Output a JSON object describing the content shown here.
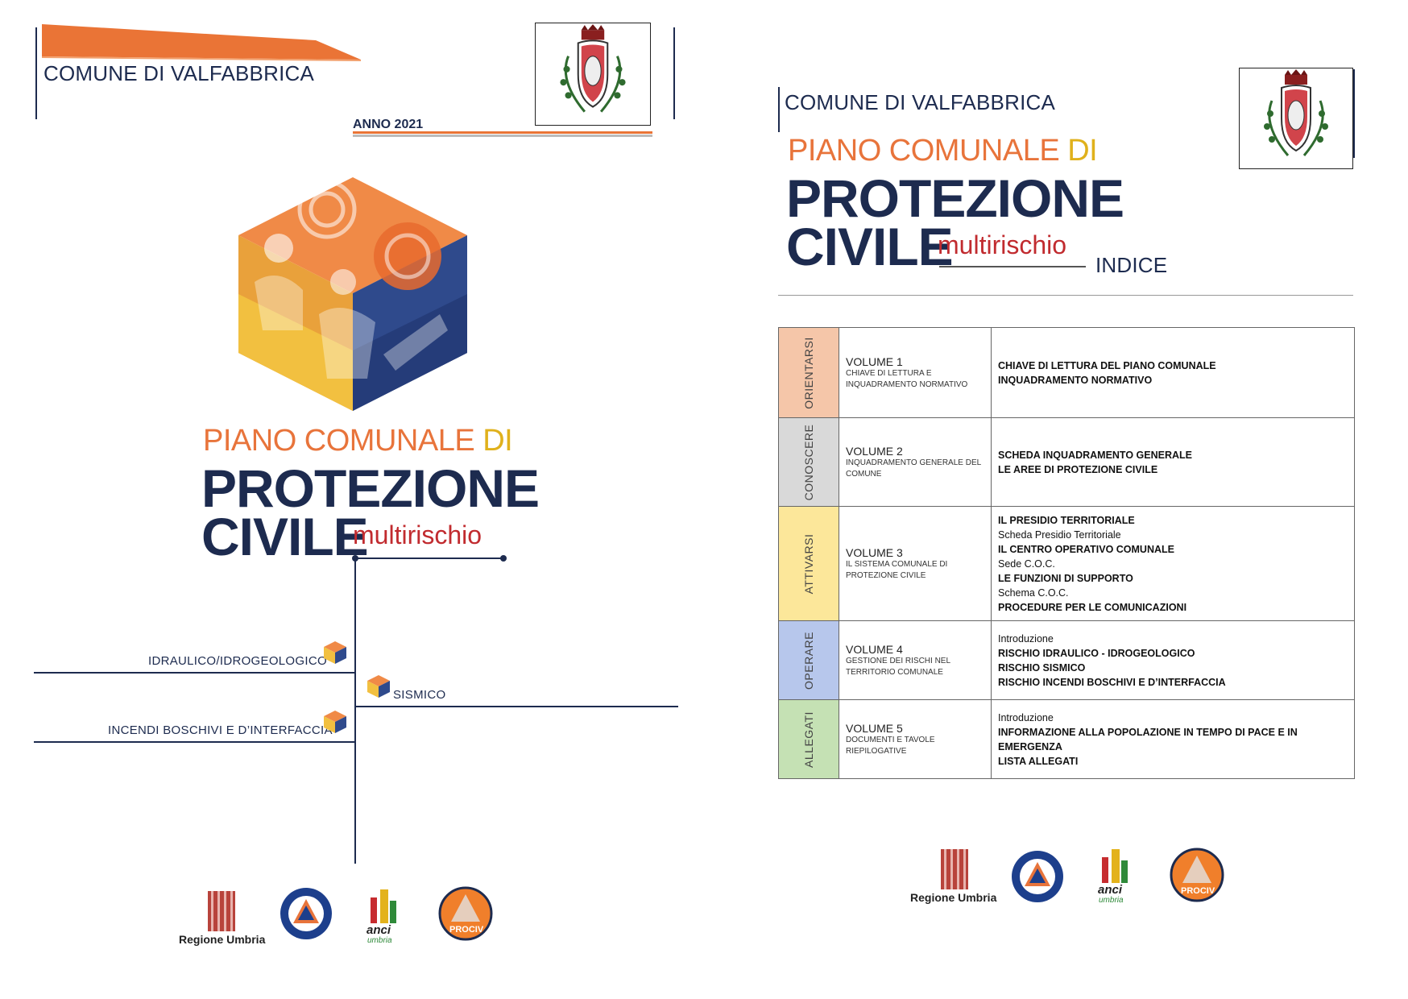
{
  "left_page": {
    "comune": "COMUNE DI VALFABBRICA",
    "anno": "ANNO 2021",
    "title_line1_a": "PIANO COMUNALE ",
    "title_line1_b": "DI",
    "title_line2": "PROTEZIONE",
    "title_line3": "CIVILE",
    "title_multi": "multirischio",
    "risks": {
      "idraulico": "IDRAULICO/IDROGEOLOGICO",
      "sismico": "SISMICO",
      "incendi": "INCENDI BOSCHIVI E D’INTERFACCIA"
    },
    "logos": {
      "regione": "Regione Umbria",
      "anci": "anci",
      "anci_sub": "umbria",
      "prociv": "PROCIV"
    }
  },
  "right_page": {
    "comune": "COMUNE DI VALFABBRICA",
    "title_line1_a": "PIANO COMUNALE ",
    "title_line1_b": "DI",
    "title_line2": "PROTEZIONE",
    "title_line3": "CIVILE",
    "title_multi": "multirischio",
    "indice": "INDICE",
    "sections": [
      {
        "label": "ORIENTARSI",
        "color": "#f5c6a9",
        "volume": "VOLUME 1",
        "subtitle": "CHIAVE DI LETTURA E INQUADRAMENTO NORMATIVO",
        "items": [
          {
            "text": "CHIAVE DI LETTURA DEL PIANO COMUNALE",
            "bold": true
          },
          {
            "text": "INQUADRAMENTO NORMATIVO",
            "bold": true
          }
        ]
      },
      {
        "label": "CONOSCERE",
        "color": "#d9d9d9",
        "volume": "VOLUME 2",
        "subtitle": "INQUADRAMENTO GENERALE DEL COMUNE",
        "items": [
          {
            "text": "SCHEDA INQUADRAMENTO GENERALE",
            "bold": true
          },
          {
            "text": "LE AREE DI PROTEZIONE CIVILE",
            "bold": true
          }
        ]
      },
      {
        "label": "ATTIVARSI",
        "color": "#fce79a",
        "volume": "VOLUME 3",
        "subtitle": "IL SISTEMA COMUNALE DI PROTEZIONE CIVILE",
        "items": [
          {
            "text": "IL PRESIDIO TERRITORIALE",
            "bold": true
          },
          {
            "text": "Scheda Presidio Territoriale",
            "bold": false
          },
          {
            "text": "IL CENTRO OPERATIVO COMUNALE",
            "bold": true
          },
          {
            "text": "Sede C.O.C.",
            "bold": false
          },
          {
            "text": "LE FUNZIONI DI SUPPORTO",
            "bold": true
          },
          {
            "text": "Schema C.O.C.",
            "bold": false
          },
          {
            "text": "PROCEDURE PER LE COMUNICAZIONI",
            "bold": true
          }
        ]
      },
      {
        "label": "OPERARE",
        "color": "#b7c7ec",
        "volume": "VOLUME 4",
        "subtitle": "GESTIONE DEI RISCHI NEL TERRITORIO COMUNALE",
        "items": [
          {
            "text": "Introduzione",
            "bold": false
          },
          {
            "text": "RISCHIO IDRAULICO - IDROGEOLOGICO",
            "bold": true
          },
          {
            "text": "RISCHIO SISMICO",
            "bold": true
          },
          {
            "text": "RISCHIO INCENDI BOSCHIVI E D’INTERFACCIA",
            "bold": true
          }
        ]
      },
      {
        "label": "ALLEGATI",
        "color": "#c5e1b4",
        "volume": "VOLUME 5",
        "subtitle": "DOCUMENTI E TAVOLE RIEPILOGATIVE",
        "items": [
          {
            "text": "Introduzione",
            "bold": false
          },
          {
            "text": "INFORMAZIONE ALLA POPOLAZIONE IN TEMPO DI PACE E IN EMERGENZA",
            "bold": true
          },
          {
            "text": "LISTA ALLEGATI",
            "bold": true
          }
        ]
      }
    ],
    "logos": {
      "regione": "Regione Umbria",
      "anci": "anci",
      "anci_sub": "umbria",
      "prociv": "PROCIV"
    }
  },
  "colors": {
    "navy": "#1d2b4f",
    "orange": "#e8743b",
    "yellow": "#e0b11c",
    "red": "#c12b2f"
  }
}
